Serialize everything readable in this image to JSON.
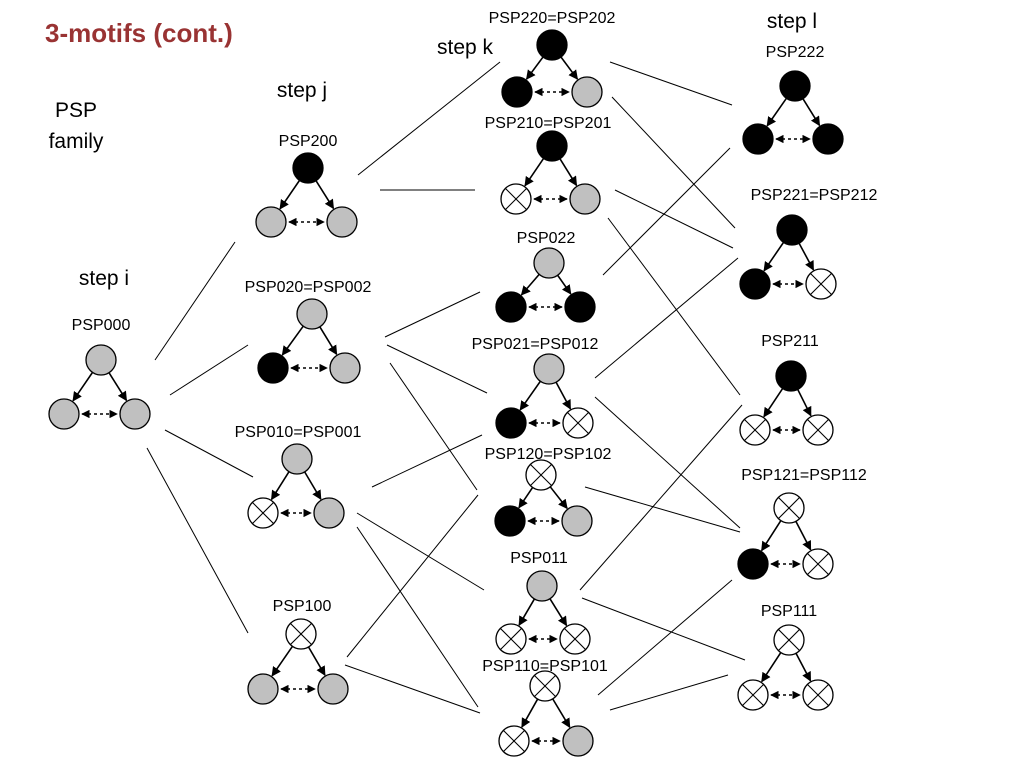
{
  "title": "3-motifs (cont.)",
  "family_label_line1": "PSP",
  "family_label_line2": "family",
  "steps": {
    "i": "step i",
    "j": "step j",
    "k": "step k",
    "l": "step l"
  },
  "colors": {
    "title": "#993333",
    "black_node": "#000000",
    "gray_node": "#c0c0c0",
    "crossed_node": "#ffffff"
  },
  "node_states": {
    "0": "gray (filled)",
    "1": "crossed",
    "2": "black (filled)"
  },
  "motifs": [
    {
      "id": "m000",
      "label": "PSP000",
      "states": [
        0,
        0,
        0
      ]
    },
    {
      "id": "m200",
      "label": "PSP200",
      "states": [
        2,
        0,
        0
      ]
    },
    {
      "id": "m020",
      "label": "PSP020=PSP002",
      "states": [
        0,
        2,
        0
      ]
    },
    {
      "id": "m010",
      "label": "PSP010=PSP001",
      "states": [
        0,
        1,
        0
      ]
    },
    {
      "id": "m100",
      "label": "PSP100",
      "states": [
        1,
        0,
        0
      ]
    },
    {
      "id": "m220",
      "label": "PSP220=PSP202",
      "states": [
        2,
        2,
        0
      ]
    },
    {
      "id": "m210",
      "label": "PSP210=PSP201",
      "states": [
        2,
        1,
        0
      ]
    },
    {
      "id": "m022",
      "label": "PSP022",
      "states": [
        0,
        2,
        2
      ]
    },
    {
      "id": "m021",
      "label": "PSP021=PSP012",
      "states": [
        0,
        2,
        1
      ]
    },
    {
      "id": "m120",
      "label": "PSP120=PSP102",
      "states": [
        1,
        2,
        0
      ]
    },
    {
      "id": "m011",
      "label": "PSP011",
      "states": [
        0,
        1,
        1
      ]
    },
    {
      "id": "m110",
      "label": "PSP110=PSP101",
      "states": [
        1,
        1,
        0
      ]
    },
    {
      "id": "m222",
      "label": "PSP222",
      "states": [
        2,
        2,
        2
      ]
    },
    {
      "id": "m221",
      "label": "PSP221=PSP212",
      "states": [
        2,
        2,
        1
      ]
    },
    {
      "id": "m211",
      "label": "PSP211",
      "states": [
        2,
        1,
        1
      ]
    },
    {
      "id": "m121",
      "label": "PSP121=PSP112",
      "states": [
        1,
        2,
        1
      ]
    },
    {
      "id": "m111",
      "label": "PSP111",
      "states": [
        1,
        1,
        1
      ]
    }
  ]
}
